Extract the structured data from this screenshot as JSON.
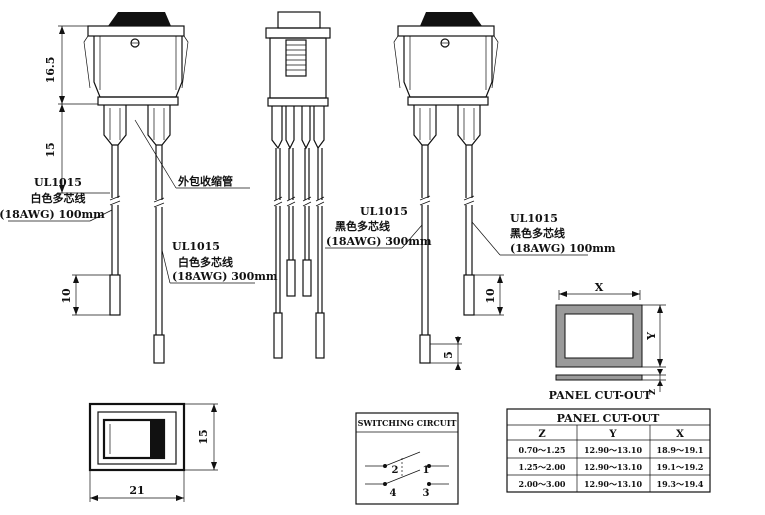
{
  "dimensions": {
    "body_height": "16.5",
    "terminal_length": "15",
    "strip_left": "10",
    "strip_right": "10",
    "strip_right_short": "5",
    "front_width": "21",
    "front_height": "15"
  },
  "callouts": {
    "heat_shrink": "外包收缩管",
    "wire_left_1": {
      "line1": "UL1015",
      "line2": "白色多芯线",
      "line3": "(18AWG) 100mm"
    },
    "wire_left_2": {
      "line1": "UL1015",
      "line2": "白色多芯线",
      "line3": "(18AWG) 300mm"
    },
    "wire_right_1": {
      "line1": "UL1015",
      "line2": "黑色多芯线",
      "line3": "(18AWG) 300mm"
    },
    "wire_right_2": {
      "line1": "UL1015",
      "line2": "黑色多芯线",
      "line3": "(18AWG) 100mm"
    }
  },
  "panel_diagram": {
    "label_x": "X",
    "label_y": "Y",
    "label_z": "Z",
    "caption": "PANEL CUT-OUT"
  },
  "switching_circuit": {
    "title": "SWITCHING CIRCUIT",
    "terminals": [
      "2",
      "1",
      "4",
      "3"
    ]
  },
  "cutout_table": {
    "title": "PANEL CUT-OUT",
    "headers": [
      "Z",
      "Y",
      "X"
    ],
    "rows": [
      [
        "0.70～1.25",
        "12.90～13.10",
        "18.9～19.1"
      ],
      [
        "1.25～2.00",
        "12.90～13.10",
        "19.1～19.2"
      ],
      [
        "2.00～3.00",
        "12.90～13.10",
        "19.3～19.4"
      ]
    ]
  }
}
